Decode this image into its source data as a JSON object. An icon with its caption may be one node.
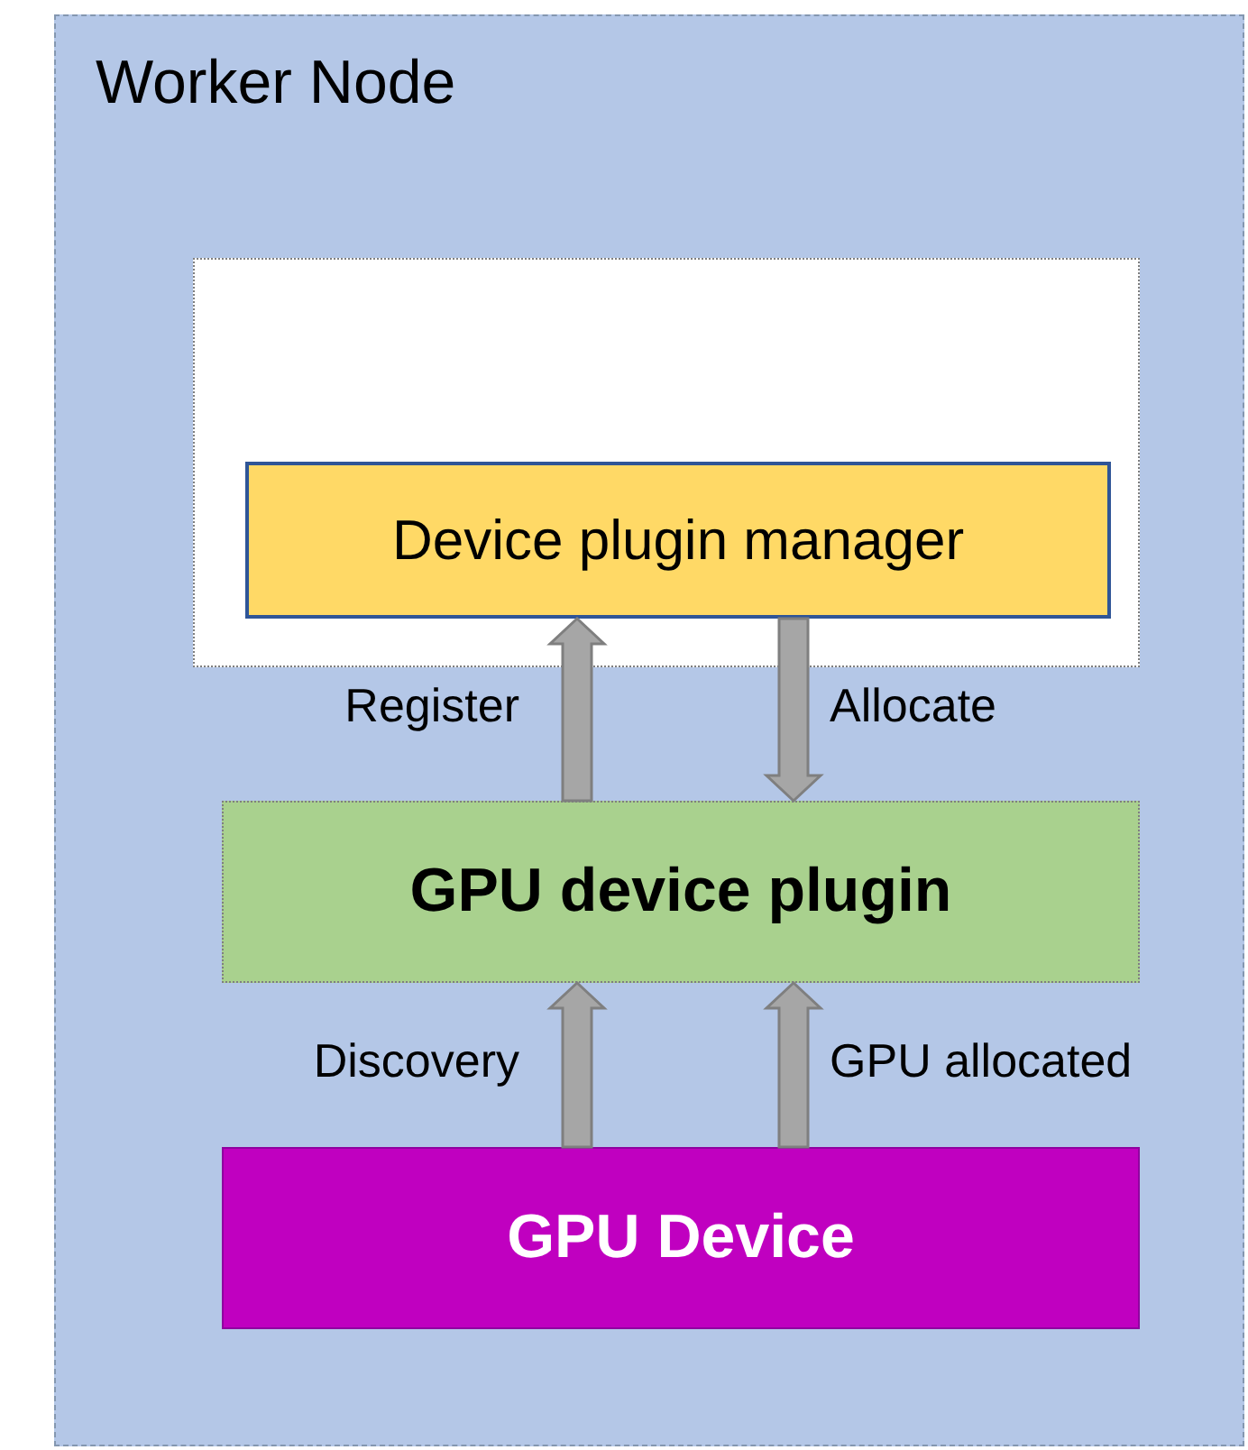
{
  "diagram": {
    "nodes": [
      {
        "text": [
          "Worker Node"
        ]
      },
      {
        "text": [],
        "shape": "box",
        "in": 0
      },
      {
        "text": [
          "Device plugin manager"
        ],
        "in": 1
      },
      {
        "text": [
          "GPU device plugin"
        ],
        "in": 0
      },
      {
        "text": [
          "GPU Device"
        ],
        "in": 0
      }
    ],
    "edges": [
      {
        "from": 3,
        "to": 2,
        "arrow": "to",
        "label": "Register",
        "style": "thick"
      },
      {
        "from": 2,
        "to": 3,
        "arrow": "to",
        "label": "Allocate",
        "style": "thick"
      },
      {
        "from": 4,
        "to": 3,
        "arrow": "to",
        "label": "Discovery",
        "style": "thick"
      },
      {
        "from": 4,
        "to": 3,
        "arrow": "to",
        "label": "GPU allocated",
        "style": "thick"
      }
    ]
  }
}
